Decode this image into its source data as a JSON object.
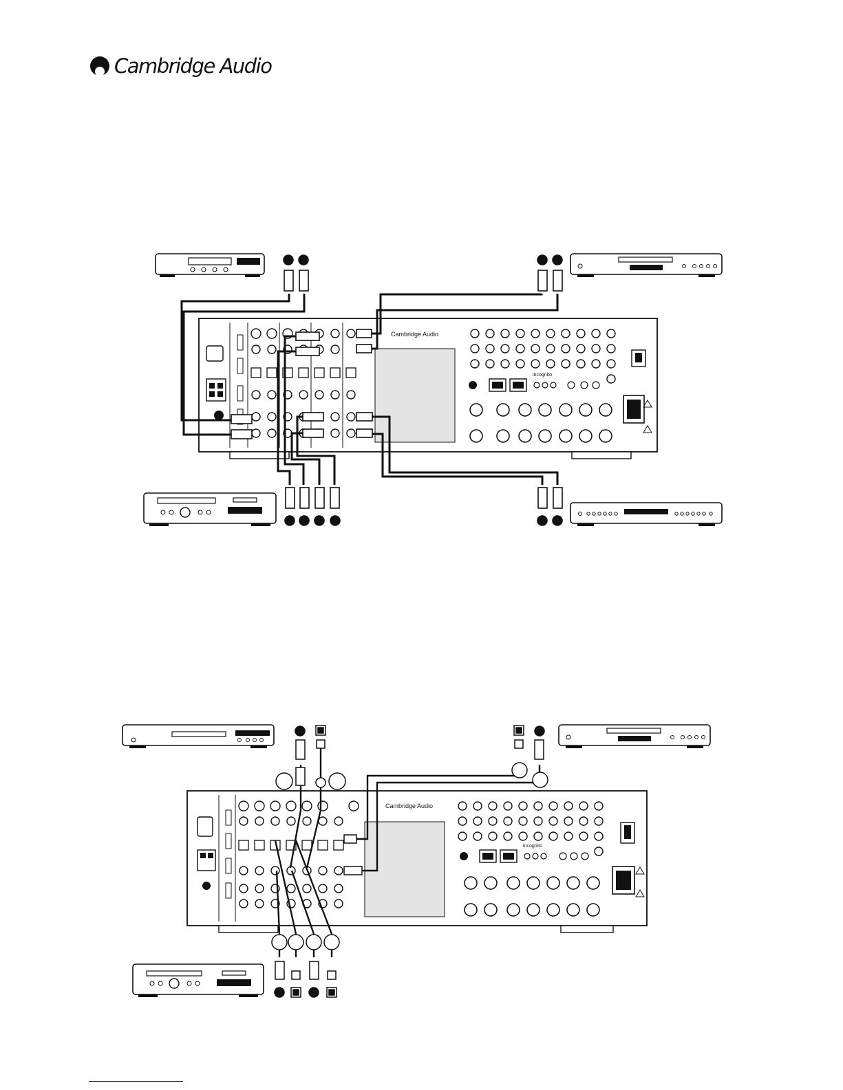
{
  "header": {
    "brand_name": "Cambridge Audio",
    "logo_icon": "cambridge-audio-logo-icon"
  },
  "receiver": {
    "brand_label": "Cambridge Audio",
    "network_label": "incognito"
  },
  "diagrams": [
    {
      "name": "analogue-audio-connections",
      "cables": "rca-phono"
    },
    {
      "name": "digital-audio-connections",
      "cables": "optical-and-coaxial"
    }
  ],
  "colors": {
    "line": "#111111",
    "panel": "#ffffff",
    "grille": "#e5e5e5",
    "link": "#1a1aee"
  }
}
